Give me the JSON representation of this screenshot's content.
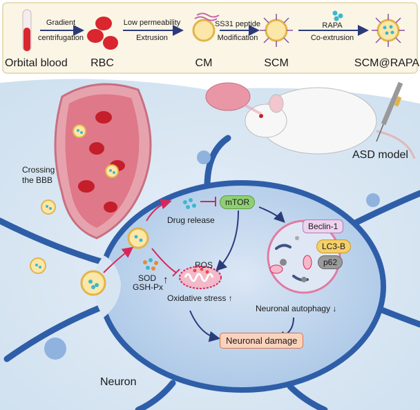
{
  "preparation": {
    "stages": [
      "Orbital blood",
      "RBC",
      "CM",
      "SCM",
      "SCM@RAPA"
    ],
    "steps": [
      {
        "top": "Gradient",
        "bottom": "centrifugation"
      },
      {
        "top": "Low permeability",
        "bottom": "Extrusion"
      },
      {
        "top": "SS31 peptide",
        "bottom": "Modification"
      },
      {
        "top": "RAPA",
        "bottom": "Co-extrusion"
      }
    ]
  },
  "scene": {
    "bbb_label_1": "Crossing",
    "bbb_label_2": "the BBB",
    "model_label": "ASD model",
    "neuron_label": "Neuron"
  },
  "mechanism": {
    "drug_release": "Drug release",
    "mtor": "mTOR",
    "beclin": "Beclin-1",
    "lc3b": "LC3-B",
    "p62": "p62",
    "ros": "ROS",
    "sod": "SOD",
    "gsh": "GSH-Px",
    "up_arrow": "↑",
    "oxidative": "Oxidative stress ↑",
    "autophagy": "Neuronal autophagy ↓",
    "damage": "Neuronal damage"
  },
  "colors": {
    "blood": "#d9262f",
    "membrane": "#f2c14e",
    "peptide": "#8a4f9e",
    "drug": "#3bb8cf",
    "inhibit": "#d6275a",
    "arrow": "#2b3b7a",
    "cell": "#c9dcf0"
  }
}
